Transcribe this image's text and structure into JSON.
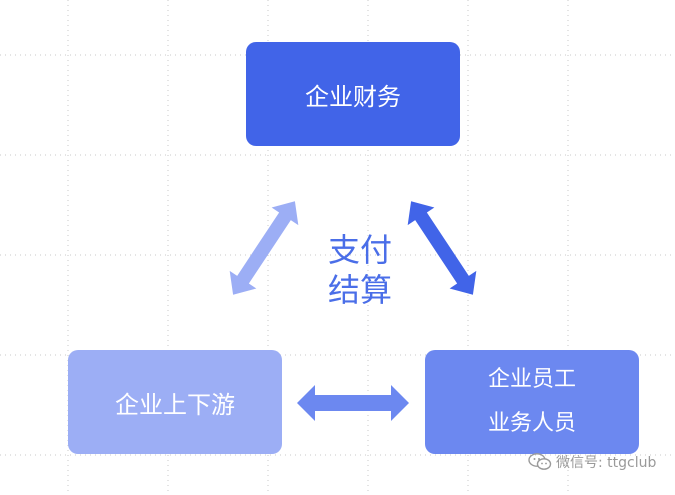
{
  "nodes": {
    "finance": {
      "label": "企业财务"
    },
    "partner": {
      "label": "企业上下游"
    },
    "staff": {
      "line1": "企业员工",
      "line2": "业务人员"
    }
  },
  "center": {
    "line1": "支付",
    "line2": "结算"
  },
  "watermark": {
    "text": "微信号: ttgclub",
    "icon": "wechat-icon"
  },
  "colors": {
    "finance_box": "#4164E8",
    "partner_box": "#9CAEF5",
    "staff_box": "#6C88F0",
    "center_text": "#4A6EE8",
    "arrow_left": "#9CAEF5",
    "arrow_right": "#4164E8",
    "arrow_bottom": "#6C88F0",
    "grid_dots": "#c8c8c8"
  }
}
